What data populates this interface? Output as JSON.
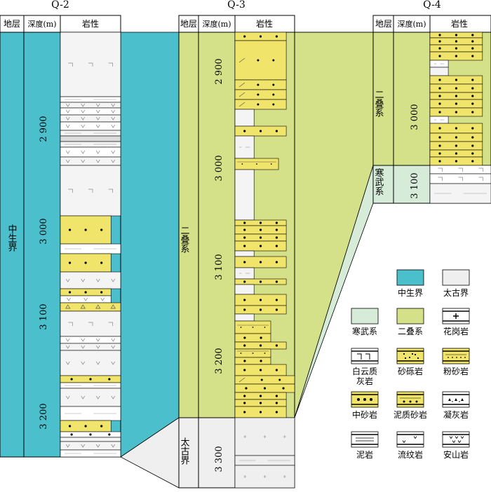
{
  "colors": {
    "mesozoic": "#4bbfcc",
    "permian": "#d5e189",
    "cambrian": "#d6ecd8",
    "archean": "#efefef",
    "sand": "#f0e46a",
    "white": "#ffffff",
    "line": "#000000"
  },
  "wells": [
    {
      "name": "Q-2",
      "headers": {
        "strata": "地层",
        "depth": "深度(m)",
        "lithology": "岩性"
      },
      "strata": [
        {
          "label": "中生界",
          "color": "mesozoic"
        }
      ],
      "depth_ticks": [
        "2 900",
        "3 000",
        "3 100",
        "3 200"
      ]
    },
    {
      "name": "Q-3",
      "headers": {
        "strata": "地层",
        "depth": "深度(m)",
        "lithology": "岩性"
      },
      "strata": [
        {
          "label": "二叠系",
          "color": "permian"
        },
        {
          "label": "太古界",
          "color": "archean"
        }
      ],
      "depth_ticks": [
        "2 900",
        "3 000",
        "3 100",
        "3 200",
        "3 300"
      ]
    },
    {
      "name": "Q-4",
      "headers": {
        "strata": "地层",
        "depth": "深度(m)",
        "lithology": "岩性"
      },
      "strata": [
        {
          "label": "二叠系",
          "color": "permian"
        },
        {
          "label": "寒武系",
          "color": "cambrian"
        }
      ],
      "depth_ticks": [
        "3 000",
        "3 100"
      ]
    }
  ],
  "legend": [
    {
      "label": "中生界",
      "pattern": "mesozoic"
    },
    {
      "label": "太古界",
      "pattern": "archean"
    },
    {
      "label": "寒武系",
      "pattern": "cambrian"
    },
    {
      "label": "二叠系",
      "pattern": "permian"
    },
    {
      "label": "花岗岩",
      "pattern": "granite"
    },
    {
      "label": "白云质\n灰岩",
      "pattern": "dolomite"
    },
    {
      "label": "砂砾岩",
      "pattern": "conglomerate"
    },
    {
      "label": "粉砂岩",
      "pattern": "siltstone"
    },
    {
      "label": "中砂岩",
      "pattern": "medsand"
    },
    {
      "label": "泥质砂岩",
      "pattern": "muddysand"
    },
    {
      "label": "凝灰岩",
      "pattern": "tuff"
    },
    {
      "label": "泥岩",
      "pattern": "mudstone"
    },
    {
      "label": "流纹岩",
      "pattern": "rhyolite"
    },
    {
      "label": "安山岩",
      "pattern": "andesite"
    }
  ]
}
